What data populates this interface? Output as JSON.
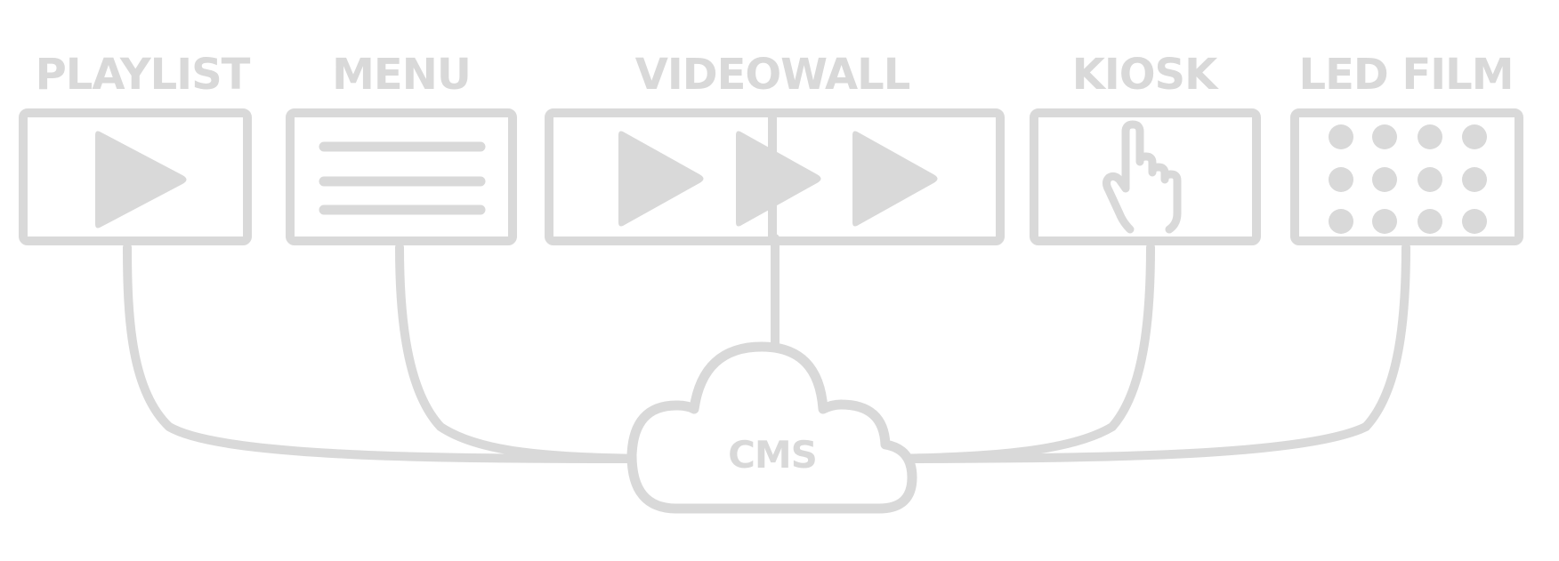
{
  "colors": {
    "stroke": "#d9d9d9",
    "fill": "#d9d9d9",
    "background": "#ffffff"
  },
  "nodes": [
    {
      "id": "playlist",
      "label": "PLAYLIST",
      "icon": "play-icon"
    },
    {
      "id": "menu",
      "label": "MENU",
      "icon": "menu-lines-icon"
    },
    {
      "id": "videowall",
      "label": "VIDEOWALL",
      "icon": "triple-play-icon"
    },
    {
      "id": "kiosk",
      "label": "KIOSK",
      "icon": "pointing-hand-icon"
    },
    {
      "id": "led-film",
      "label": "LED FILM",
      "icon": "dot-grid-icon"
    }
  ],
  "hub": {
    "label": "CMS",
    "icon": "cloud-icon"
  }
}
